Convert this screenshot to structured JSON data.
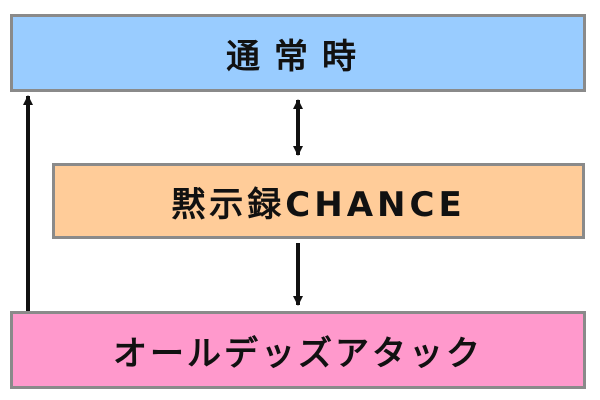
{
  "nodes": {
    "normal": {
      "label": "通常時",
      "color": "#99ccff"
    },
    "chance": {
      "label": "黙示録CHANCE",
      "color": "#ffcc99"
    },
    "attack": {
      "label": "オールデッズアタック",
      "color": "#ff99cc"
    }
  },
  "arrow_color": "#111111",
  "edges": [
    {
      "from": "normal",
      "to": "chance",
      "direction": "both"
    },
    {
      "from": "chance",
      "to": "attack",
      "direction": "forward"
    },
    {
      "from": "attack",
      "to": "normal",
      "direction": "forward"
    }
  ]
}
